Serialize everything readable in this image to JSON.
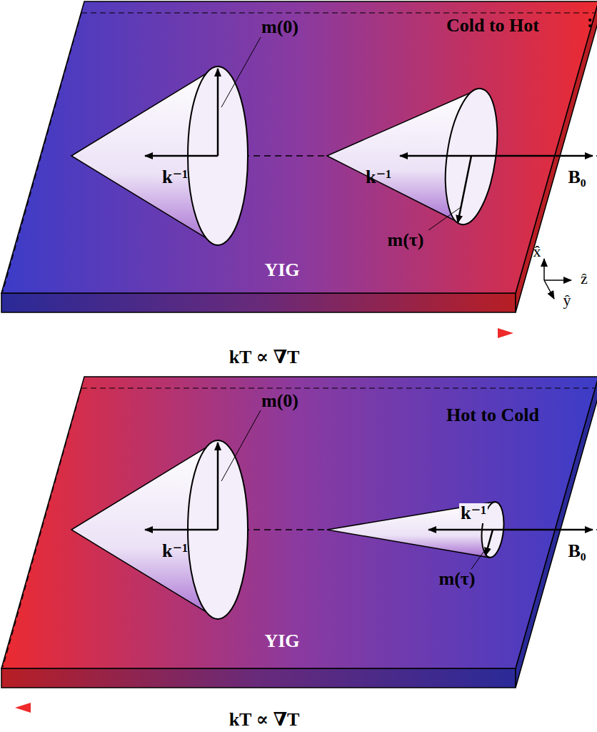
{
  "diagram": {
    "nodes": [
      {
        "text": [
          "Cold to Hot",
          "YIG"
        ]
      },
      {
        "text": [
          "Hot to Cold",
          "YIG"
        ]
      }
    ],
    "labels": [
      ":",
      "m(0)",
      "k⁻¹",
      "k⁻¹",
      "B₀",
      "m(τ)",
      "x̂",
      "ẑ",
      "ŷ",
      "kT ∝ ∇T",
      "m(0)",
      "k⁻¹",
      "k⁻¹",
      "B₀",
      "m(τ)",
      "kT ∝ ∇T"
    ]
  }
}
